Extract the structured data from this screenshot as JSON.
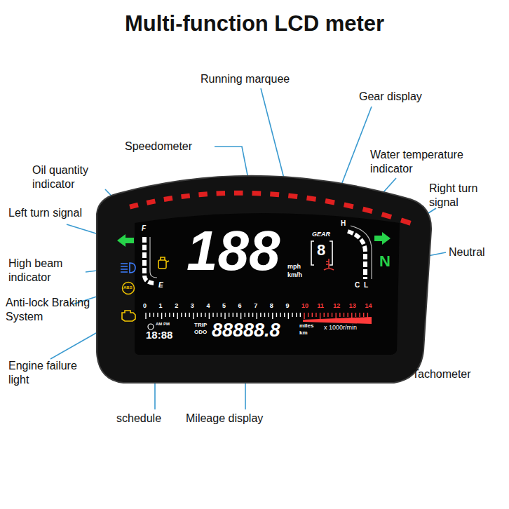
{
  "diagram": {
    "title": "Multi-function LCD meter",
    "labels": [
      "Running marquee",
      "Gear display",
      "Speedometer",
      "Water temperature indicator",
      "Oil quantity indicator",
      "Right turn signal",
      "Left turn signal",
      "Neutral",
      "High beam indicator",
      "Anti-lock Braking System",
      "Engine failure light",
      "Tachometer",
      "schedule",
      "Mileage display",
      "188",
      "mph",
      "km/h",
      "GEAR",
      "8",
      "F",
      "E",
      "H",
      "C",
      "L",
      "N",
      "ABS",
      "0",
      "1",
      "2",
      "3",
      "4",
      "5",
      "6",
      "7",
      "8",
      "9",
      "10",
      "11",
      "12",
      "13",
      "14",
      "AM PM",
      "18:88",
      "TRIP",
      "ODO",
      "88888.8",
      "miles",
      "km",
      "x 1000r/min"
    ]
  }
}
